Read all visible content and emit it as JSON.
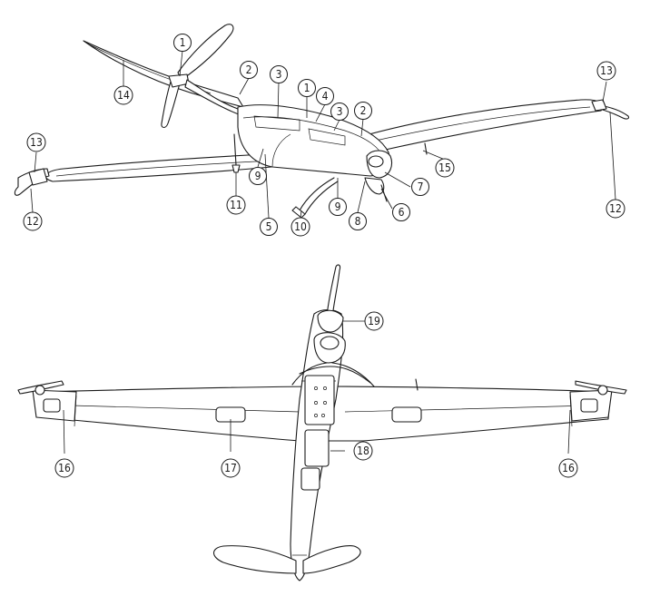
{
  "callouts": {
    "c1a": "1",
    "c1b": "1",
    "c2a": "2",
    "c2b": "2",
    "c3a": "3",
    "c3b": "3",
    "c4": "4",
    "c5": "5",
    "c6": "6",
    "c7": "7",
    "c8": "8",
    "c9a": "9",
    "c9b": "9",
    "c10": "10",
    "c11": "11",
    "c12a": "12",
    "c12b": "12",
    "c13a": "13",
    "c13b": "13",
    "c14": "14",
    "c15": "15",
    "c16a": "16",
    "c16b": "16",
    "c17": "17",
    "c18": "18",
    "c19": "19"
  }
}
